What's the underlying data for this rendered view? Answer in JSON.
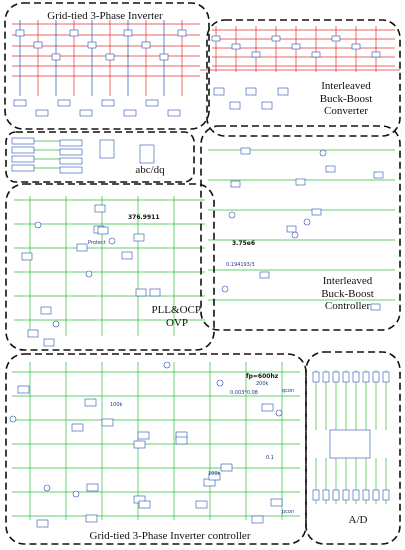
{
  "colors": {
    "border": "#111111",
    "wire_green": "#2fbf3a",
    "wire_red": "#e03030",
    "block_blue": "#2a4fb5",
    "text_blue": "#1a3a8a"
  },
  "regions": {
    "inverter": {
      "label": "Grid-tied 3-Phase Inverter"
    },
    "buckboost_converter": {
      "label": "Interleaved\nBuck-Boost\nConverter"
    },
    "abcdq": {
      "label": "abc/dq"
    },
    "buckboost_controller": {
      "label": "Interleaved\nBuck-Boost\nController"
    },
    "pll": {
      "label": "PLL&OCP,\nOVP"
    },
    "inverter_controller": {
      "label": "Grid-tied 3-Phase Inverter controller"
    },
    "ad": {
      "label": "A/D"
    }
  },
  "annotations": {
    "value_1": "376.9911",
    "value_2": "3.75e6",
    "value_3": "0.194193/3",
    "value_4": "fp=600hz",
    "value_5": "200k",
    "value_6": "0.003*0.08",
    "value_7": "100k",
    "value_8": "100k",
    "value_9": "0.1",
    "value_10": "Protect",
    "value_11": "pcon",
    "value_12": "qcon"
  }
}
